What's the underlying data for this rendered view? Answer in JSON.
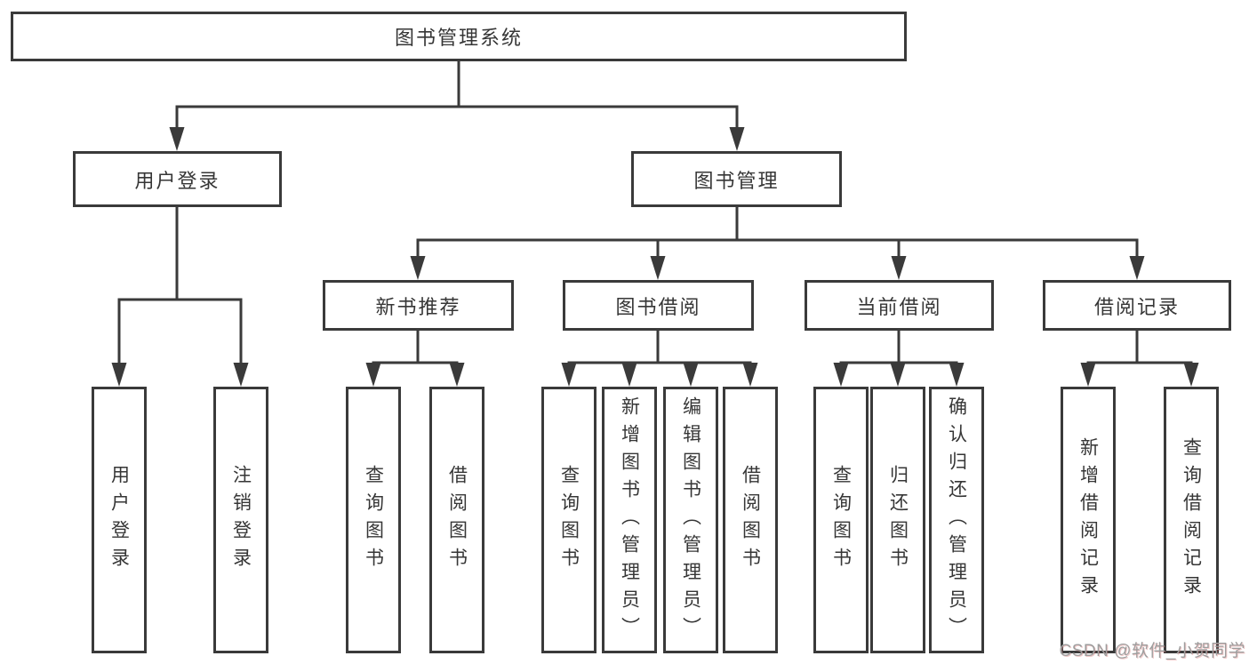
{
  "diagram_title": "图书管理系统",
  "tree": {
    "root": {
      "label": "图书管理系统"
    },
    "branches": [
      {
        "label": "用户登录",
        "children": [
          {
            "label": "用户登录"
          },
          {
            "label": "注销登录"
          }
        ]
      },
      {
        "label": "图书管理",
        "children": [
          {
            "label": "新书推荐",
            "children": [
              {
                "label": "查询图书"
              },
              {
                "label": "借阅图书"
              }
            ]
          },
          {
            "label": "图书借阅",
            "children": [
              {
                "label": "查询图书"
              },
              {
                "label": "新增图书（管理员）"
              },
              {
                "label": "编辑图书（管理员）"
              },
              {
                "label": "借阅图书"
              }
            ]
          },
          {
            "label": "当前借阅",
            "children": [
              {
                "label": "查询图书"
              },
              {
                "label": "归还图书"
              },
              {
                "label": "确认归还（管理员）"
              }
            ]
          },
          {
            "label": "借阅记录",
            "children": [
              {
                "label": "新增借阅记录"
              },
              {
                "label": "查询借阅记录"
              }
            ]
          }
        ]
      }
    ]
  },
  "watermark": {
    "text": "CSDN @软件_小贺同学"
  },
  "colors": {
    "line": "#3a3a3a",
    "box_border": "#3a3a3a",
    "box_fill": "#ffffff",
    "text": "#363636",
    "background": "#ffffff",
    "watermark": "#9e9e9e"
  }
}
